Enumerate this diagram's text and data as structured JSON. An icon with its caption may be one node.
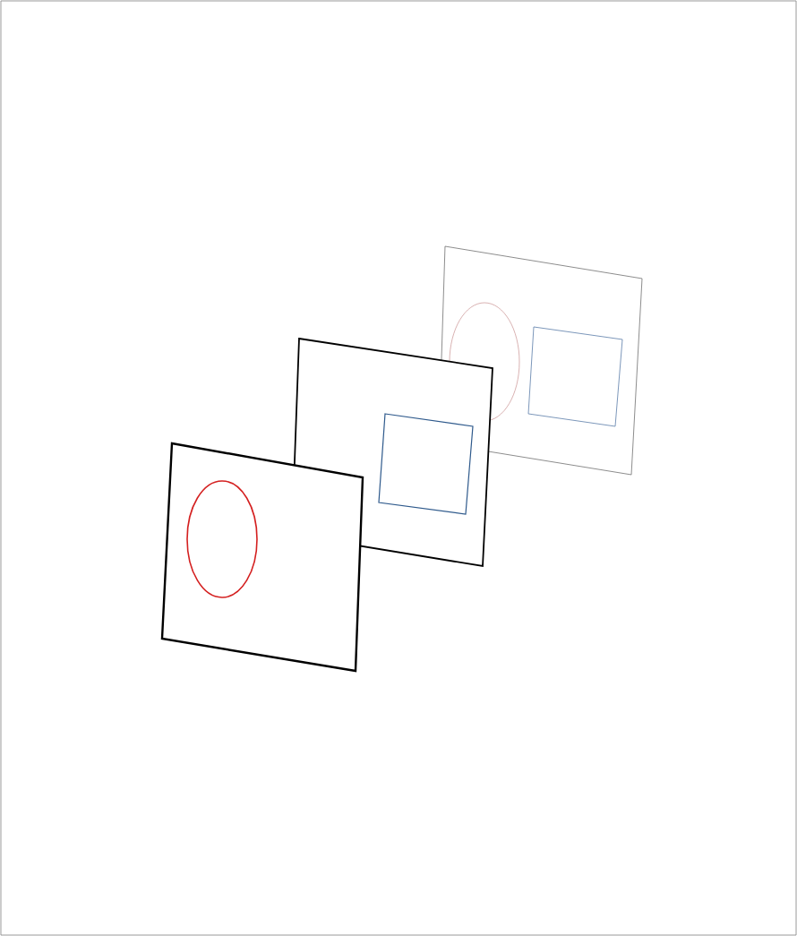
{
  "diagram": {
    "nodes": [
      {
        "text": [],
        "shape": "box"
      },
      {
        "text": [],
        "shape": "circle",
        "in": 0
      },
      {
        "text": [],
        "shape": "box"
      },
      {
        "text": [],
        "shape": "box",
        "in": 2
      },
      {
        "text": [],
        "shape": "box"
      },
      {
        "text": [],
        "shape": "circle",
        "in": 4
      },
      {
        "text": [],
        "shape": "box",
        "in": 4
      }
    ]
  }
}
